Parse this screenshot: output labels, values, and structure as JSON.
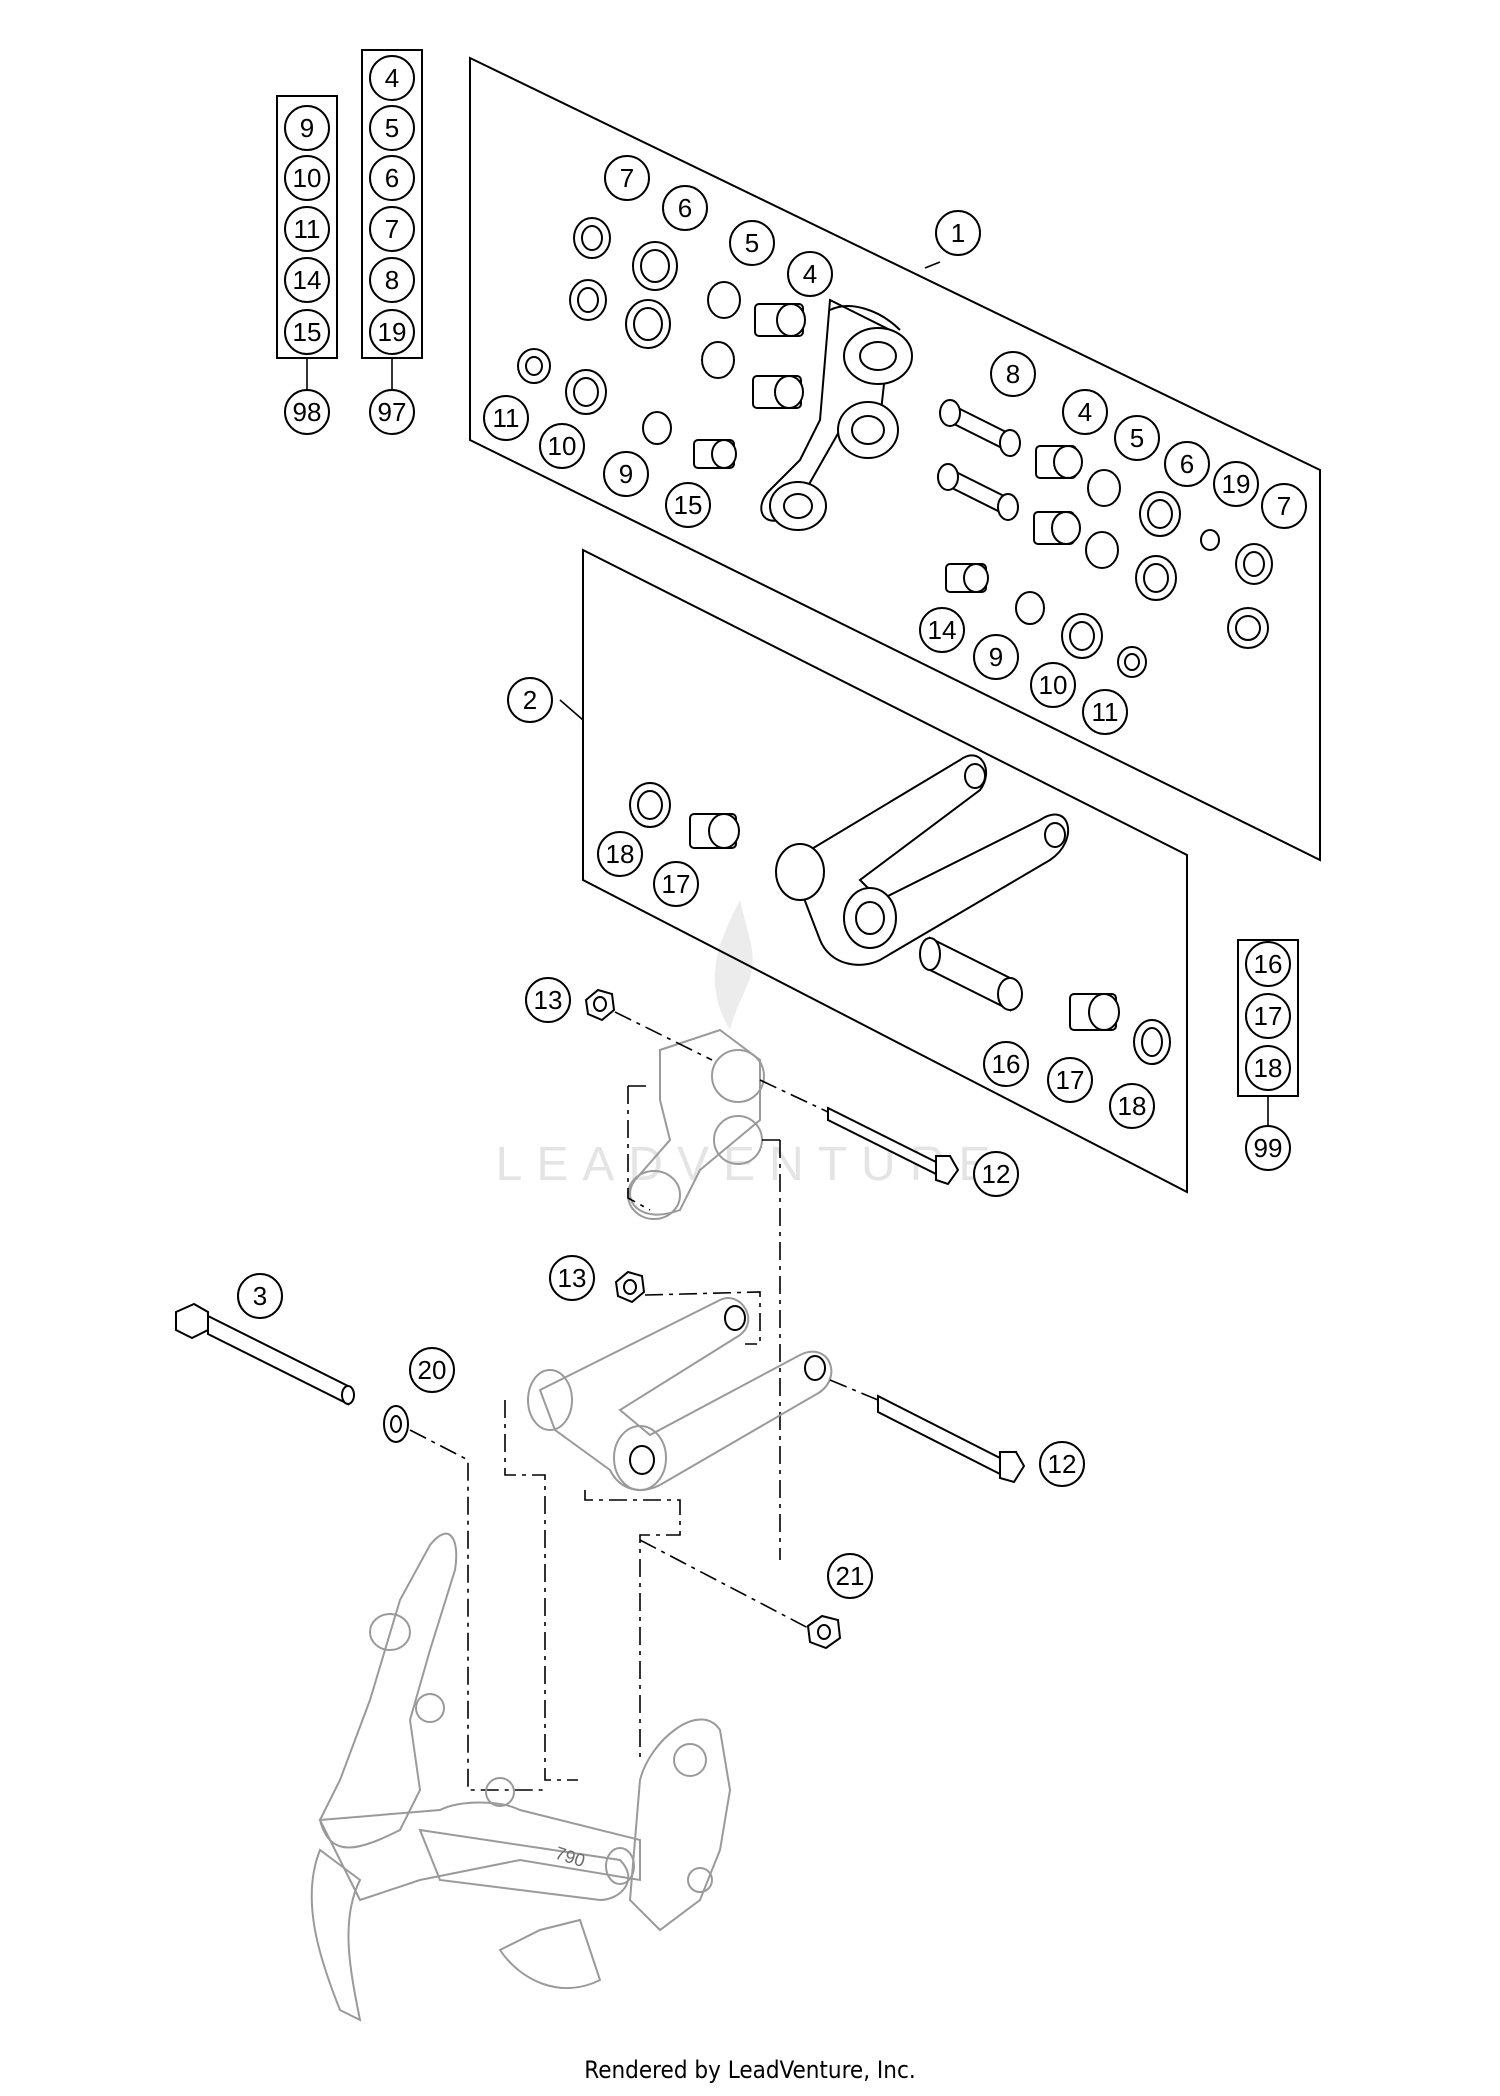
{
  "watermark": "LEADVENTURE",
  "footer": "Rendered by LeadVenture, Inc.",
  "groups": {
    "g98": {
      "items": [
        "9",
        "10",
        "11",
        "14",
        "15"
      ],
      "label": "98"
    },
    "g97": {
      "items": [
        "4",
        "5",
        "6",
        "7",
        "8",
        "19"
      ],
      "label": "97"
    },
    "g99": {
      "items": [
        "16",
        "17",
        "18"
      ],
      "label": "99"
    }
  },
  "callouts": [
    {
      "id": "c1",
      "label": "1"
    },
    {
      "id": "c2",
      "label": "2"
    },
    {
      "id": "c3",
      "label": "3"
    },
    {
      "id": "c7a",
      "label": "7"
    },
    {
      "id": "c6a",
      "label": "6"
    },
    {
      "id": "c5a",
      "label": "5"
    },
    {
      "id": "c4a",
      "label": "4"
    },
    {
      "id": "c11a",
      "label": "11"
    },
    {
      "id": "c10a",
      "label": "10"
    },
    {
      "id": "c9a",
      "label": "9"
    },
    {
      "id": "c15a",
      "label": "15"
    },
    {
      "id": "c8a",
      "label": "8"
    },
    {
      "id": "c4b",
      "label": "4"
    },
    {
      "id": "c5b",
      "label": "5"
    },
    {
      "id": "c6b",
      "label": "6"
    },
    {
      "id": "c19a",
      "label": "19"
    },
    {
      "id": "c7b",
      "label": "7"
    },
    {
      "id": "c14a",
      "label": "14"
    },
    {
      "id": "c9b",
      "label": "9"
    },
    {
      "id": "c10b",
      "label": "10"
    },
    {
      "id": "c11b",
      "label": "11"
    },
    {
      "id": "c18a",
      "label": "18"
    },
    {
      "id": "c17a",
      "label": "17"
    },
    {
      "id": "c16a",
      "label": "16"
    },
    {
      "id": "c17b",
      "label": "17"
    },
    {
      "id": "c18b",
      "label": "18"
    },
    {
      "id": "c13a",
      "label": "13"
    },
    {
      "id": "c12a",
      "label": "12"
    },
    {
      "id": "c13b",
      "label": "13"
    },
    {
      "id": "c20a",
      "label": "20"
    },
    {
      "id": "c12b",
      "label": "12"
    },
    {
      "id": "c21a",
      "label": "21"
    }
  ],
  "frame_part_marking": "790"
}
